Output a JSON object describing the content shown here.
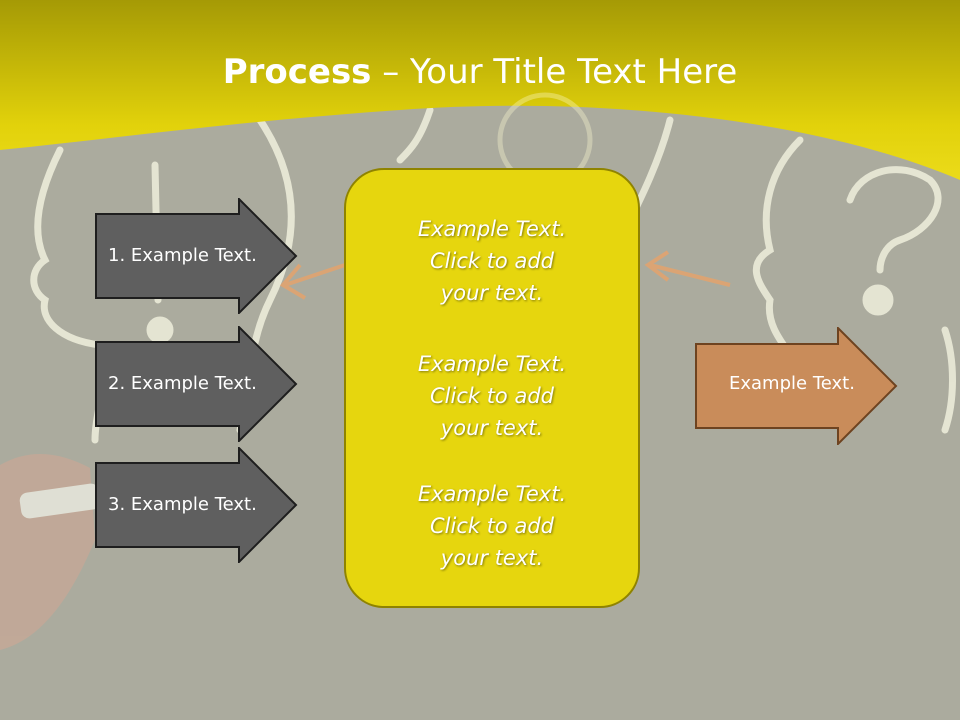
{
  "slide": {
    "title_bold": "Process",
    "title_rest": " – Your Title Text Here"
  },
  "left_arrows": [
    {
      "label": "1. Example Text."
    },
    {
      "label": "2. Example Text."
    },
    {
      "label": "3. Example Text."
    }
  ],
  "center_blocks": [
    {
      "line1": "Example Text.",
      "line2": "Click  to add",
      "line3": "your text."
    },
    {
      "line1": "Example Text.",
      "line2": "Click  to add",
      "line3": "your text."
    },
    {
      "line1": "Example Text.",
      "line2": "Click  to add",
      "line3": "your text."
    }
  ],
  "right_arrow": {
    "label": "Example Text."
  },
  "colors": {
    "yellow": "#e6d60e",
    "dark_arrow": "#5f5f5f",
    "orange_arrow": "#c98c5a",
    "board": "#a9a99c"
  }
}
